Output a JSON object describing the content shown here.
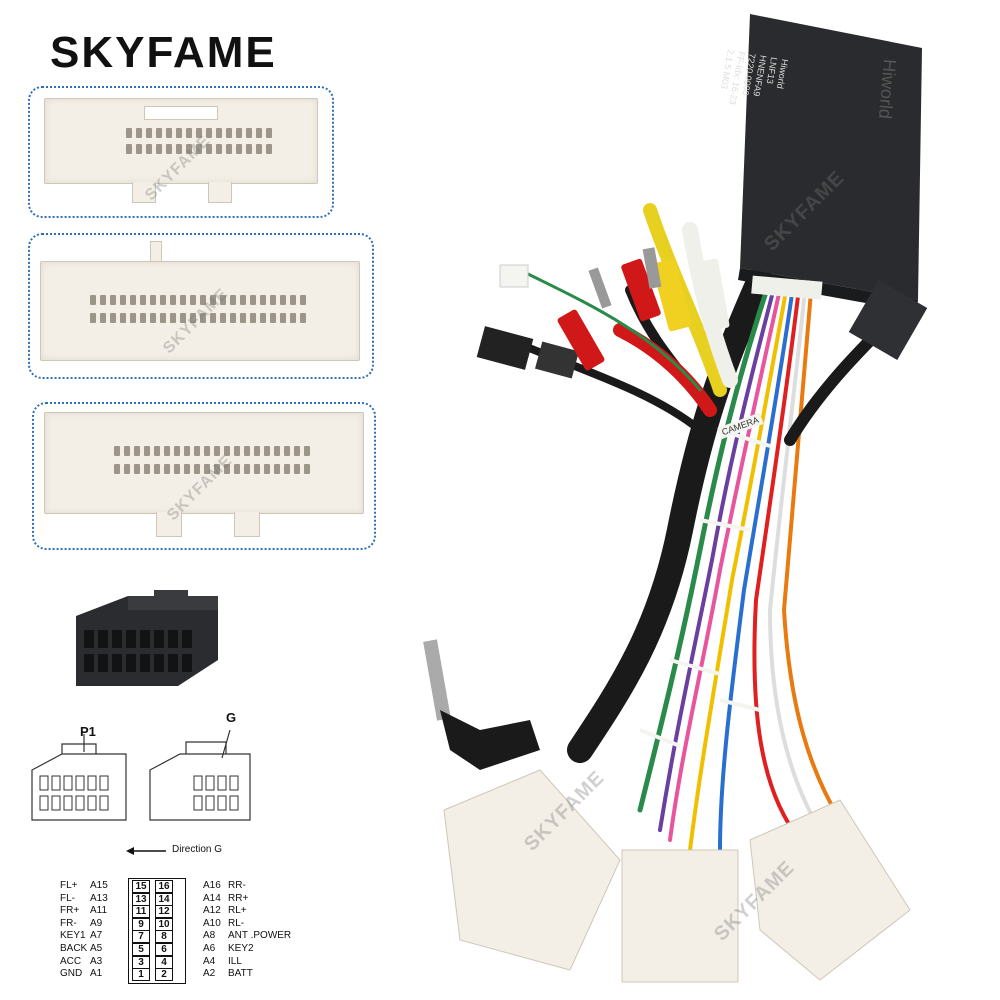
{
  "brand": "SKYFAME",
  "watermark": "SKYFAME",
  "module": {
    "brand": "Hiworld",
    "lines": [
      "Hiworld",
      "LNF13",
      "HNENFA9",
      "7220.0000",
      "FF-Idx: 16-23",
      "2.1.5 M03"
    ]
  },
  "diagram": {
    "p1_label": "P1",
    "g_label": "G",
    "direction_label": "Direction G"
  },
  "cable_tag": "CAMERA",
  "pinout": [
    {
      "left_name": "FL+",
      "left_code": "A15",
      "left_num": "15",
      "right_num": "16",
      "right_code": "A16",
      "right_name": "RR-"
    },
    {
      "left_name": "FL-",
      "left_code": "A13",
      "left_num": "13",
      "right_num": "14",
      "right_code": "A14",
      "right_name": "RR+"
    },
    {
      "left_name": "FR+",
      "left_code": "A11",
      "left_num": "11",
      "right_num": "12",
      "right_code": "A12",
      "right_name": "RL+"
    },
    {
      "left_name": "FR-",
      "left_code": "A9",
      "left_num": "9",
      "right_num": "10",
      "right_code": "A10",
      "right_name": "RL-"
    },
    {
      "left_name": "KEY1",
      "left_code": "A7",
      "left_num": "7",
      "right_num": "8",
      "right_code": "A8",
      "right_name": "ANT .POWER"
    },
    {
      "left_name": "BACK",
      "left_code": "A5",
      "left_num": "5",
      "right_num": "6",
      "right_code": "A6",
      "right_name": "KEY2"
    },
    {
      "left_name": "ACC",
      "left_code": "A3",
      "left_num": "3",
      "right_num": "4",
      "right_code": "A4",
      "right_name": "ILL"
    },
    {
      "left_name": "GND",
      "left_code": "A1",
      "left_num": "1",
      "right_num": "2",
      "right_code": "A2",
      "right_name": "BATT"
    }
  ],
  "colors": {
    "panel_border": "#2f6fb5",
    "connector": "#f3efe6",
    "module": "#2a2b2e"
  }
}
